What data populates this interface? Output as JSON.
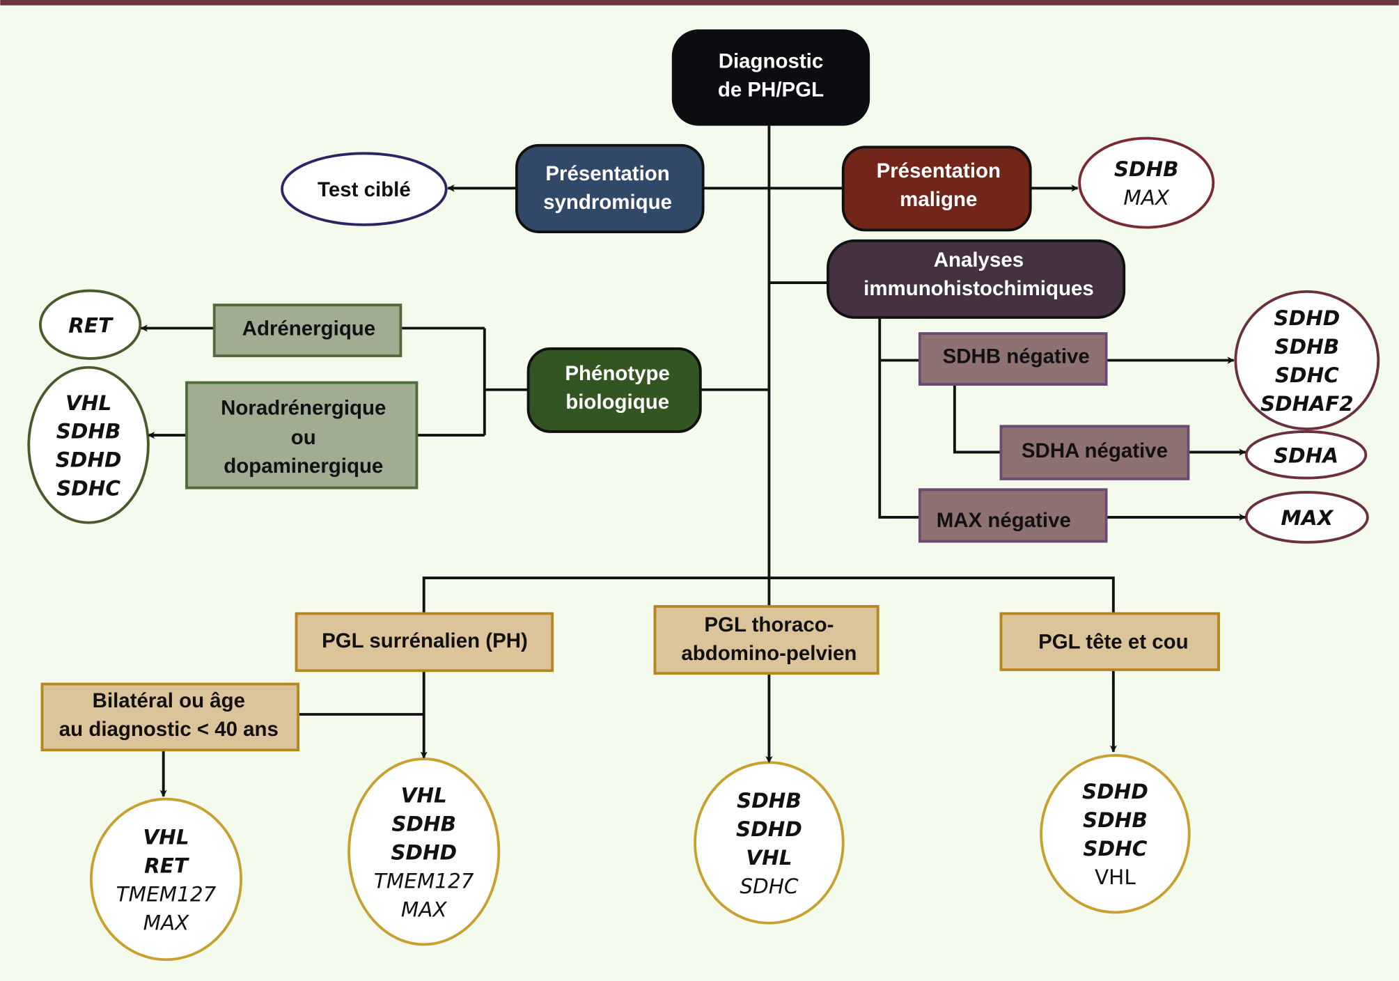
{
  "colors": {
    "background": "#f4fbec",
    "top_bar": "#6b3540",
    "root": "#0d0c10",
    "syndromic": "#324869",
    "malignant": "#722619",
    "ihc": "#443242",
    "ihc_result": "#8e7272",
    "phenotype": "#335522",
    "phenotype_result": "#a0ad93",
    "location": "#dcc49a",
    "location_border": "#b8861e"
  },
  "root": {
    "line1": "Diagnostic",
    "line2": "de PH/PGL"
  },
  "syndromic": {
    "line1": "Présentation",
    "line2": "syndromique",
    "result": "Test ciblé"
  },
  "malignant": {
    "line1": "Présentation",
    "line2": "maligne",
    "genes": [
      {
        "name": "SDHB",
        "style": "bold-italic"
      },
      {
        "name": "MAX",
        "style": "italic"
      }
    ]
  },
  "ihc": {
    "line1": "Analyses",
    "line2": "immunohistochimiques",
    "sdhb_neg": {
      "label": "SDHB négative",
      "genes": [
        {
          "name": "SDHD",
          "style": "bold-italic"
        },
        {
          "name": "SDHB",
          "style": "bold-italic"
        },
        {
          "name": "SDHC",
          "style": "bold-italic"
        },
        {
          "name": "SDHAF2",
          "style": "bold-italic"
        }
      ]
    },
    "sdha_neg": {
      "label": "SDHA négative",
      "genes": [
        {
          "name": "SDHA",
          "style": "bold-italic"
        }
      ]
    },
    "max_neg": {
      "label": "MAX négative",
      "genes": [
        {
          "name": "MAX",
          "style": "bold-italic"
        }
      ]
    }
  },
  "phenotype": {
    "line1": "Phénotype",
    "line2": "biologique",
    "adrenergic": {
      "label": "Adrénergique",
      "genes": [
        {
          "name": "RET",
          "style": "bold-italic"
        }
      ]
    },
    "noradrenergic": {
      "line1": "Noradrénergique",
      "line2": "ou",
      "line3": "dopaminergique",
      "genes": [
        {
          "name": "VHL",
          "style": "bold-italic"
        },
        {
          "name": "SDHB",
          "style": "bold-italic"
        },
        {
          "name": "SDHD",
          "style": "bold-italic"
        },
        {
          "name": "SDHC",
          "style": "bold-italic"
        }
      ]
    }
  },
  "locations": {
    "adrenal": {
      "label": "PGL surrénalien (PH)",
      "genes": [
        {
          "name": "VHL",
          "style": "bold-italic"
        },
        {
          "name": "SDHB",
          "style": "bold-italic"
        },
        {
          "name": "SDHD",
          "style": "bold-italic"
        },
        {
          "name": "TMEM127",
          "style": "italic"
        },
        {
          "name": "MAX",
          "style": "italic"
        }
      ],
      "bilateral": {
        "line1": "Bilatéral ou âge",
        "line2": "au diagnostic < 40 ans",
        "genes": [
          {
            "name": "VHL",
            "style": "bold-italic"
          },
          {
            "name": "RET",
            "style": "bold-italic"
          },
          {
            "name": "TMEM127",
            "style": "italic"
          },
          {
            "name": "MAX",
            "style": "italic"
          }
        ]
      }
    },
    "thoracic": {
      "line1": "PGL thoraco-",
      "line2": "abdomino-pelvien",
      "genes": [
        {
          "name": "SDHB",
          "style": "bold-italic"
        },
        {
          "name": "SDHD",
          "style": "bold-italic"
        },
        {
          "name": "VHL",
          "style": "bold-italic"
        },
        {
          "name": "SDHC",
          "style": "italic"
        }
      ]
    },
    "head_neck": {
      "label": "PGL tête et cou",
      "genes": [
        {
          "name": "SDHD",
          "style": "bold-italic"
        },
        {
          "name": "SDHB",
          "style": "bold-italic"
        },
        {
          "name": "SDHC",
          "style": "bold-italic"
        },
        {
          "name": "VHL",
          "style": "regular"
        }
      ]
    }
  }
}
